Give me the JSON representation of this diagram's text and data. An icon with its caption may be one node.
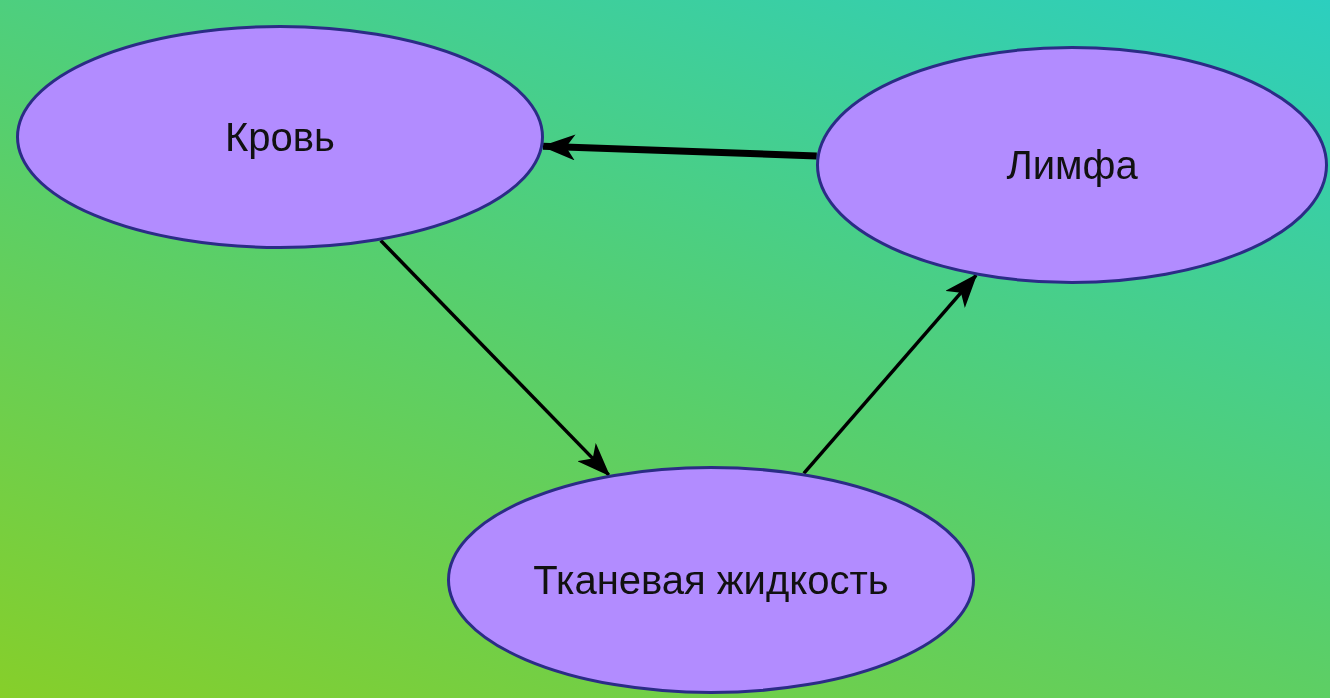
{
  "diagram": {
    "nodes": [
      {
        "text": [
          "Кровь"
        ]
      },
      {
        "text": [
          "Лимфа"
        ]
      },
      {
        "text": [
          "Тканевая жидкость"
        ]
      }
    ],
    "edges": [
      {
        "from": 1,
        "to": 0,
        "arrow": "to",
        "style": "thick"
      },
      {
        "from": 0,
        "to": 2,
        "arrow": "to"
      },
      {
        "from": 2,
        "to": 1,
        "arrow": "to"
      }
    ]
  }
}
